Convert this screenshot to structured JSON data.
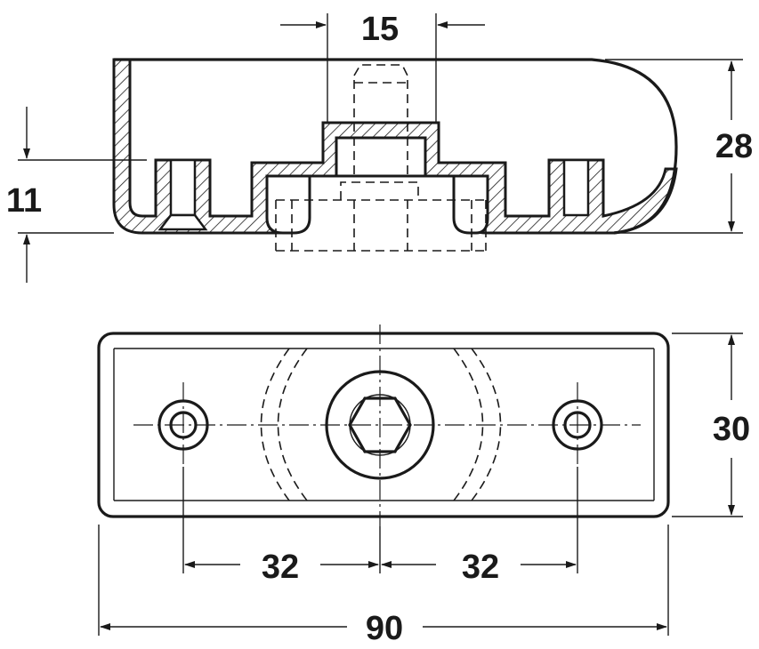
{
  "drawing": {
    "side_view": {
      "dimensions": {
        "hole_width": "15",
        "height": "28",
        "base_height": "11"
      }
    },
    "bottom_view": {
      "dimensions": {
        "width": "30",
        "hole_spacing_left": "32",
        "hole_spacing_right": "32",
        "length": "90"
      }
    }
  }
}
